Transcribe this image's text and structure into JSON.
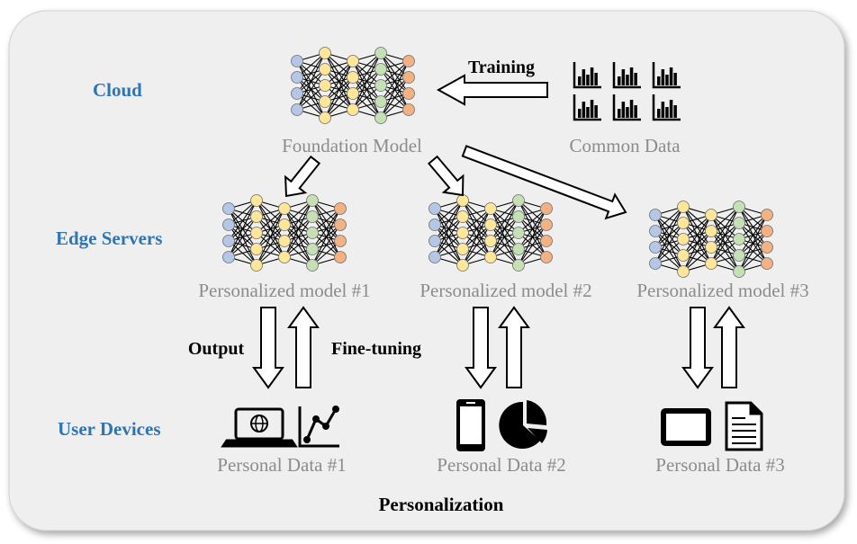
{
  "tiers": {
    "cloud": "Cloud",
    "edge": "Edge Servers",
    "devices": "User Devices"
  },
  "cloud": {
    "model_caption": "Foundation Model",
    "data_caption": "Common Data",
    "training_label": "Training"
  },
  "edge": {
    "models": [
      "Personalized model #1",
      "Personalized model #2",
      "Personalized model #3"
    ],
    "output_label": "Output",
    "finetune_label": "Fine-tuning"
  },
  "devices": {
    "data": [
      "Personal Data #1",
      "Personal Data #2",
      "Personal Data #3"
    ],
    "icons": [
      "laptop-icon",
      "line-chart-icon",
      "phone-icon",
      "pie-chart-icon",
      "tablet-icon",
      "document-icon"
    ]
  },
  "footer": {
    "title": "Personalization"
  },
  "colors": {
    "panel": "#efefef",
    "tier_text": "#2e75b6",
    "caption_text": "#8c8c8c",
    "node_blue": "#b4c7e7",
    "node_yellow": "#ffe699",
    "node_green": "#c5e0b4",
    "node_orange": "#f4b183"
  }
}
